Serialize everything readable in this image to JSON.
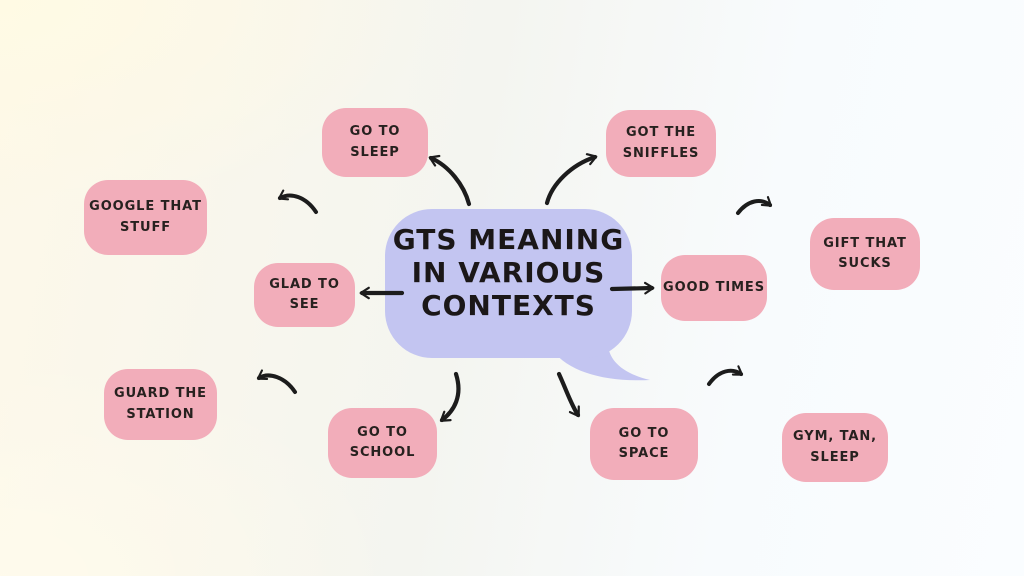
{
  "center": {
    "label": "GTS MEANING\nIN VARIOUS\nCONTEXTS"
  },
  "nodes": [
    {
      "id": "go-to-sleep",
      "label": "GO TO\nSLEEP"
    },
    {
      "id": "got-the-sniffles",
      "label": "GOT THE\nSNIFFLES"
    },
    {
      "id": "google-that-stuff",
      "label": "GOOGLE THAT\nSTUFF"
    },
    {
      "id": "gift-that-sucks",
      "label": "GIFT THAT\nSUCKS"
    },
    {
      "id": "glad-to-see",
      "label": "GLAD TO\nSEE"
    },
    {
      "id": "good-times",
      "label": "GOOD TIMES"
    },
    {
      "id": "guard-the-station",
      "label": "GUARD THE\nSTATION"
    },
    {
      "id": "gym-tan-sleep",
      "label": "GYM, TAN,\nSLEEP"
    },
    {
      "id": "go-to-school",
      "label": "GO TO\nSCHOOL"
    },
    {
      "id": "go-to-space",
      "label": "GO TO\nSPACE"
    }
  ],
  "colors": {
    "node_fill": "#f2adba",
    "bubble_fill": "#c3c5f1",
    "ink": "#1c1c1c",
    "background_left": "#fdf8e9",
    "background_right": "#fafdff"
  }
}
